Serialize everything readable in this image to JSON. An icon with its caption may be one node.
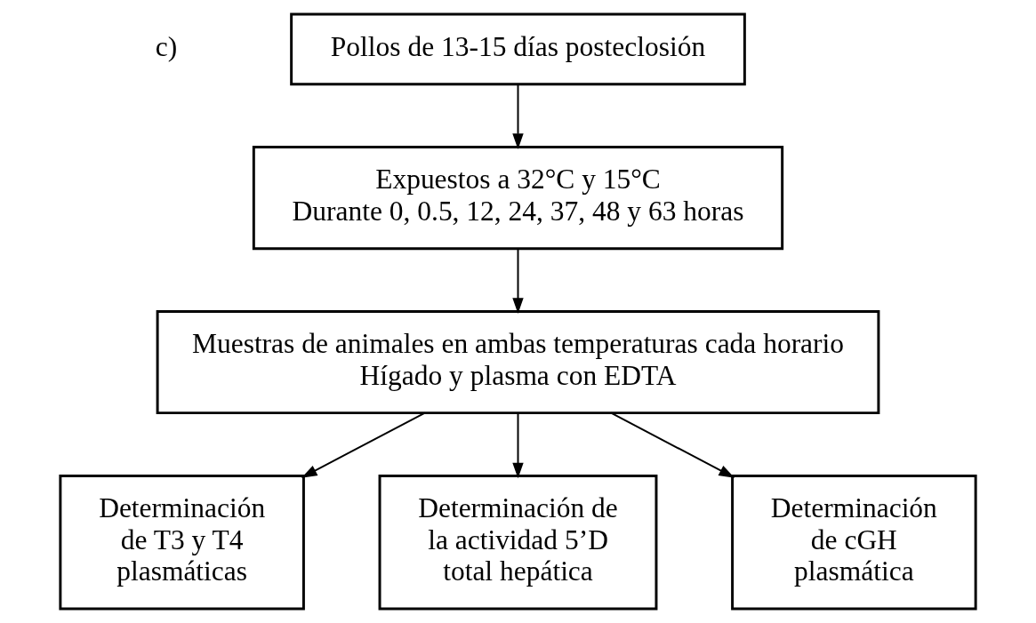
{
  "diagram": {
    "nodes": [
      {
        "text": [
          "Pollos de 13-15 días posteclosión"
        ]
      },
      {
        "text": [
          "Expuestos a 32°C y 15°C",
          "Durante 0, 0.5, 12, 24, 37, 48 y 63 horas"
        ]
      },
      {
        "text": [
          "Muestras de animales en ambas temperaturas cada horario",
          "Hígado y plasma con EDTA"
        ]
      },
      {
        "text": [
          "Determinación de T3 y T4 plasmáticas"
        ]
      },
      {
        "text": [
          "Determinación de la actividad 5’D total hepática"
        ]
      },
      {
        "text": [
          "Determinación de cGH plasmática"
        ]
      }
    ],
    "edges": [
      {
        "from": 0,
        "to": 1,
        "arrow": "to"
      },
      {
        "from": 1,
        "to": 2,
        "arrow": "to"
      },
      {
        "from": 2,
        "to": 3,
        "arrow": "to"
      },
      {
        "from": 2,
        "to": 4,
        "arrow": "to"
      },
      {
        "from": 2,
        "to": 5,
        "arrow": "to"
      }
    ],
    "labels": [
      "c)"
    ]
  }
}
